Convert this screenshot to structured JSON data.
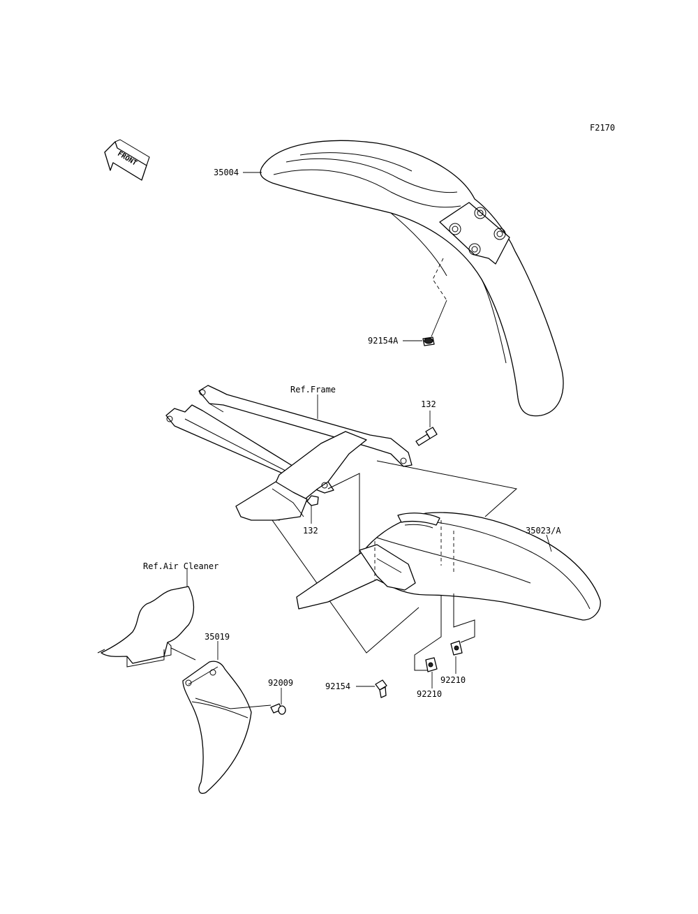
{
  "figure_code": "F2170",
  "front_label": "FRONT",
  "references": {
    "frame": "Ref.Frame",
    "air_cleaner": "Ref.Air Cleaner"
  },
  "parts": {
    "front_fender": "35004",
    "front_fender_bolt": "92154A",
    "bolt_upper": "132",
    "bolt_lower": "132",
    "rear_fender": "35023/A",
    "rear_fender_bolt": "92154",
    "nut_left": "92210",
    "nut_right": "92210",
    "mud_flap": "35019",
    "mud_flap_screw": "92009"
  }
}
